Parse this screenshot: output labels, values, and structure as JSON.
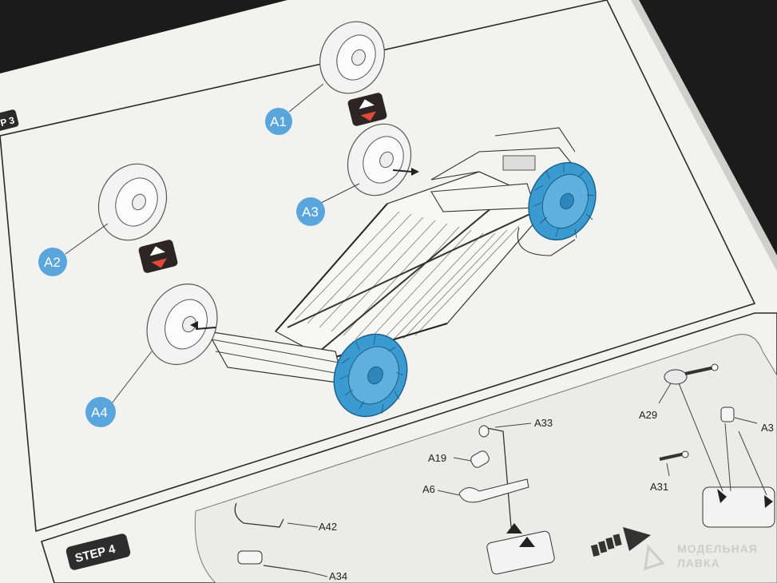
{
  "callouts": {
    "a1": "A1",
    "a2": "A2",
    "a3": "A3",
    "a4": "A4"
  },
  "steps": {
    "step3_fragment": "P 3",
    "step4": "STEP 4"
  },
  "parts": {
    "a33": "A33",
    "a19": "A19",
    "a6": "A6",
    "a42": "A42",
    "a34": "A34",
    "a29": "A29",
    "a31": "A31",
    "a3x": "A3"
  },
  "watermark": {
    "line1": "МОДЕЛЬНАЯ",
    "line2": "ЛАВКА"
  },
  "colors": {
    "callout_blue": "#5aa6dc",
    "wheel_highlight": "#3b9ad0",
    "swap_icon": "#2d2424",
    "swap_arrow": "#e14a3b"
  },
  "icons": {
    "swap": "up-down-arrow-icon",
    "direction": "right-arrow-icon"
  }
}
